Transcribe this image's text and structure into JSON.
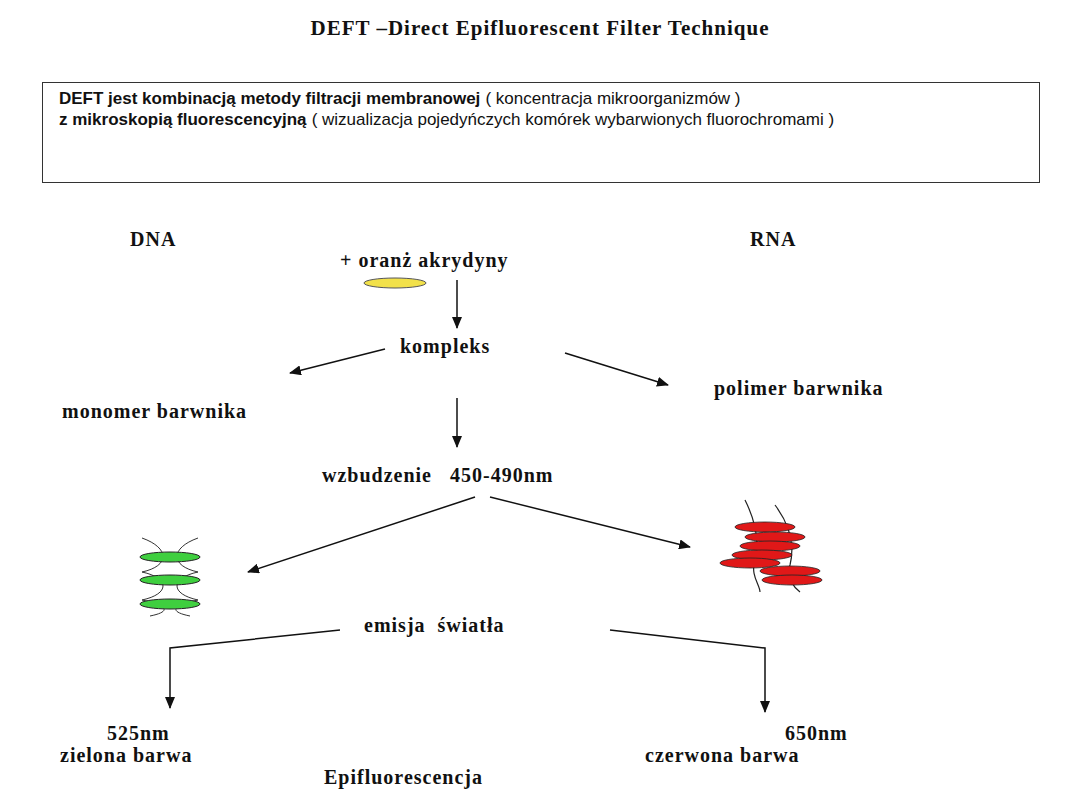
{
  "diagram": {
    "title": "DEFT –Direct Epifluorescent Filter Technique",
    "nodes": [
      {
        "text": [
          "DEFT jest kombinacją metody filtracji membranowej",
          "( koncentracja mikroorganizmów )",
          "z mikroskopią fluorescencyjną",
          "( wizualizacja pojedyńczych komórek wybarwionych fluorochromami )"
        ]
      }
    ],
    "edges": [],
    "labels": [
      "DNA",
      "RNA",
      "+ oranż akrydyny",
      "kompleks",
      "monomer barwnika",
      "polimer barwnika",
      "wzbudzenie   450-490nm",
      "emisja  światła",
      "525nm",
      "zielona barwa",
      "650nm",
      "czerwona barwa",
      "Epifluorescencja"
    ]
  }
}
